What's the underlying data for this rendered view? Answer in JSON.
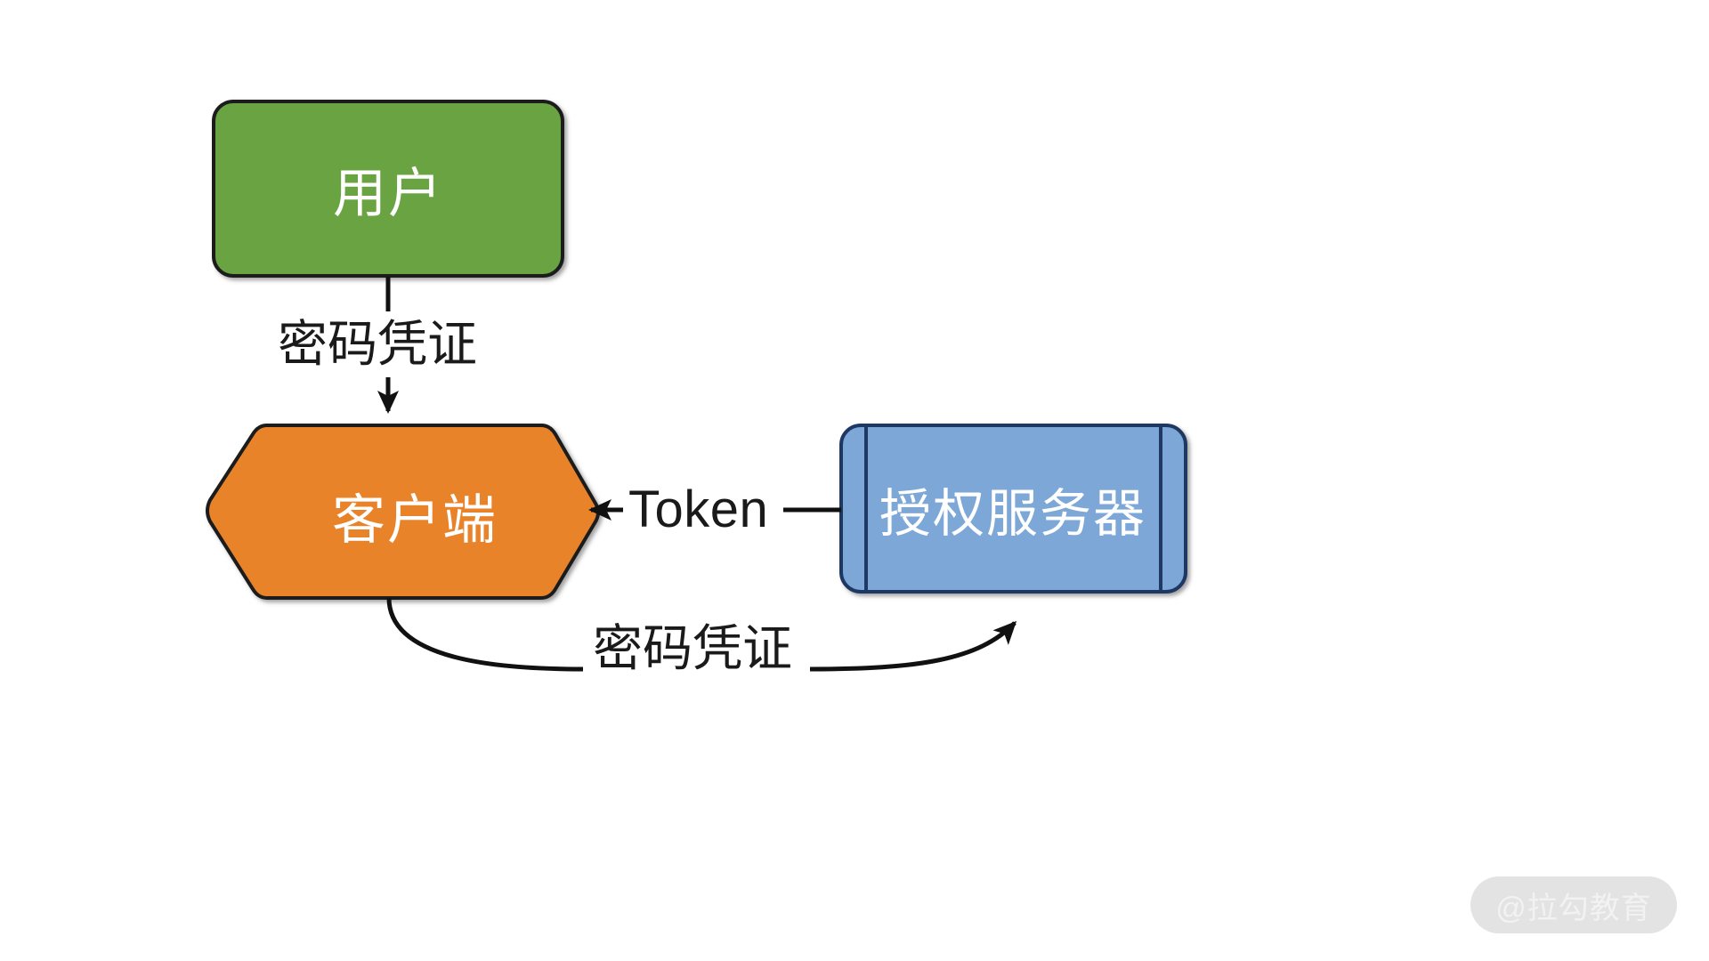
{
  "diagram": {
    "background_color": "#ffffff",
    "nodes": [
      {
        "id": "user",
        "label": "用户",
        "shape": "rounded-rectangle",
        "fill": "#6aa442",
        "stroke": "#1a1a1a",
        "text_color": "#ffffff"
      },
      {
        "id": "client",
        "label": "客户端",
        "shape": "hexagon",
        "fill": "#e8832a",
        "stroke": "#1a1a1a",
        "text_color": "#ffffff"
      },
      {
        "id": "auth-server",
        "label": "授权服务器",
        "shape": "predefined-process",
        "fill": "#7ba7d7",
        "stroke": "#1f3864",
        "text_color": "#ffffff"
      }
    ],
    "edges": [
      {
        "id": "user-to-client",
        "from": "user",
        "to": "client",
        "label": "密码凭证",
        "style": "straight-vertical-arrow"
      },
      {
        "id": "auth-to-client",
        "from": "auth-server",
        "to": "client",
        "label": "Token",
        "style": "straight-horizontal-arrow"
      },
      {
        "id": "client-to-auth",
        "from": "client",
        "to": "auth-server",
        "label": "密码凭证",
        "style": "curved-arrow"
      }
    ]
  },
  "watermark": {
    "text": "@拉勾教育",
    "pill_color": "#e3e3e3",
    "text_color": "#f2f2f2"
  }
}
